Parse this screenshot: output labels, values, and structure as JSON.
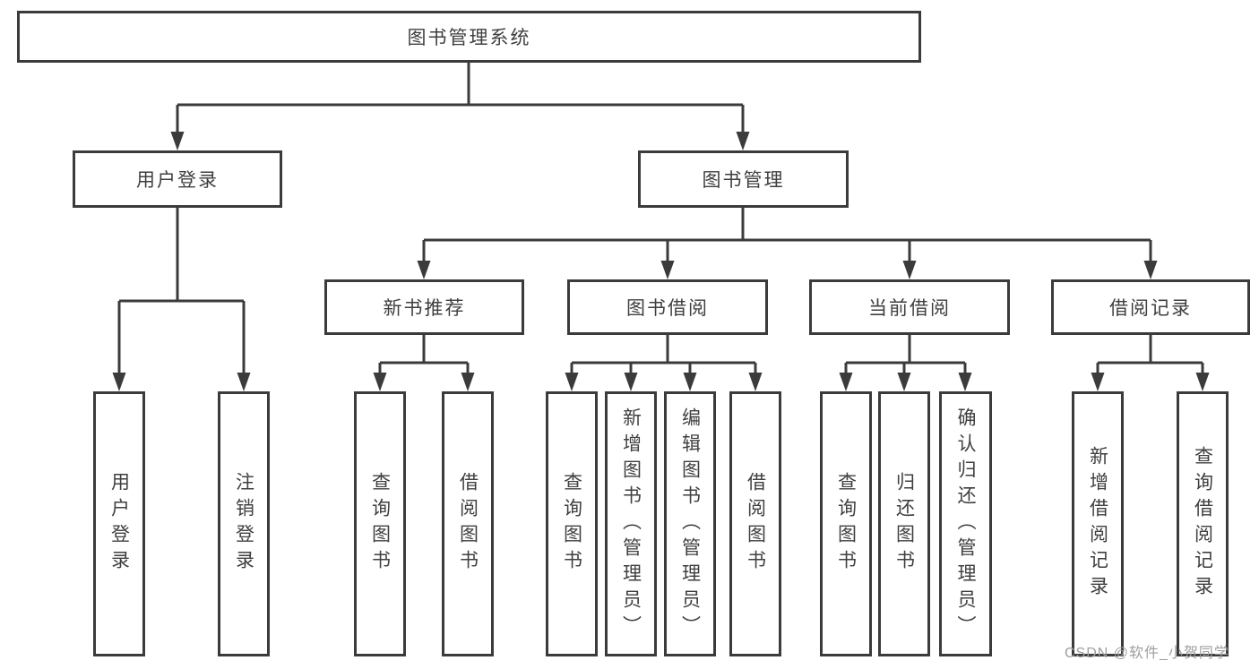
{
  "diagram_type": "tree",
  "colors": {
    "line": "#3b3b3b",
    "box_border": "#3b3b3b",
    "text": "#3f3f3f",
    "watermark": "#9e9e9e",
    "background": "#ffffff"
  },
  "tree": {
    "label": "图书管理系统",
    "children": [
      {
        "label": "用户登录",
        "children": [
          {
            "label": "用户登录"
          },
          {
            "label": "注销登录"
          }
        ]
      },
      {
        "label": "图书管理",
        "children": [
          {
            "label": "新书推荐",
            "children": [
              {
                "label": "查询图书"
              },
              {
                "label": "借阅图书"
              }
            ]
          },
          {
            "label": "图书借阅",
            "children": [
              {
                "label": "查询图书"
              },
              {
                "label": "新增图书（管理员）"
              },
              {
                "label": "编辑图书（管理员）"
              },
              {
                "label": "借阅图书"
              }
            ]
          },
          {
            "label": "当前借阅",
            "children": [
              {
                "label": "查询图书"
              },
              {
                "label": "归还图书"
              },
              {
                "label": "确认归还（管理员）"
              }
            ]
          },
          {
            "label": "借阅记录",
            "children": [
              {
                "label": "新增借阅记录"
              },
              {
                "label": "查询借阅记录"
              }
            ]
          }
        ]
      }
    ]
  },
  "watermark": {
    "text": "CSDN @软件_小贺同学"
  }
}
